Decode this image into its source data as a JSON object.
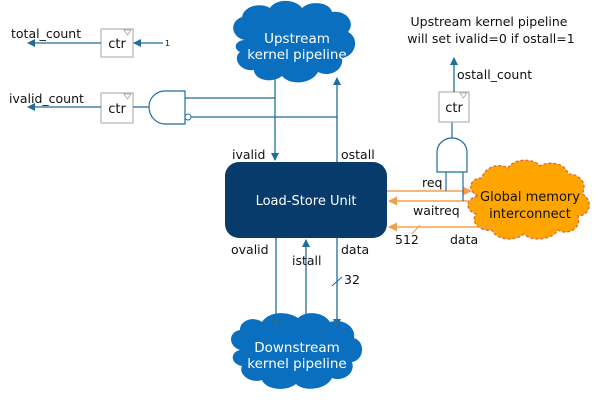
{
  "colors": {
    "wire_blue": "#1F6E9C",
    "cloud_blue": "#0B6FC0",
    "lsu_navy": "#063B6B",
    "mem_orange": "#FFA500",
    "mem_border": "#E0662B",
    "orange_wire": "#F4A04B",
    "ctr_border": "#A6A6A6"
  },
  "upstream": {
    "line1": "Upstream",
    "line2": "kernel pipeline"
  },
  "downstream": {
    "line1": "Downstream",
    "line2": "kernel pipeline"
  },
  "lsu": {
    "label": "Load-Store Unit"
  },
  "memory": {
    "line1": "Global memory",
    "line2": "interconnect"
  },
  "note": {
    "line1": "Upstream kernel pipeline",
    "line2": "will set ivalid=0 if ostall=1"
  },
  "counters": {
    "total": {
      "box": "ctr",
      "output": "total_count",
      "input": "1"
    },
    "ivalid": {
      "box": "ctr",
      "output": "ivalid_count"
    },
    "ostall": {
      "box": "ctr",
      "output": "ostall_count"
    }
  },
  "signals": {
    "ivalid": "ivalid",
    "ostall": "ostall",
    "ovalid": "ovalid",
    "istall": "istall",
    "data_down": "data",
    "data_down_width": "32",
    "req": "req",
    "waitreq": "waitreq",
    "data_mem": "data",
    "data_mem_width": "512"
  }
}
